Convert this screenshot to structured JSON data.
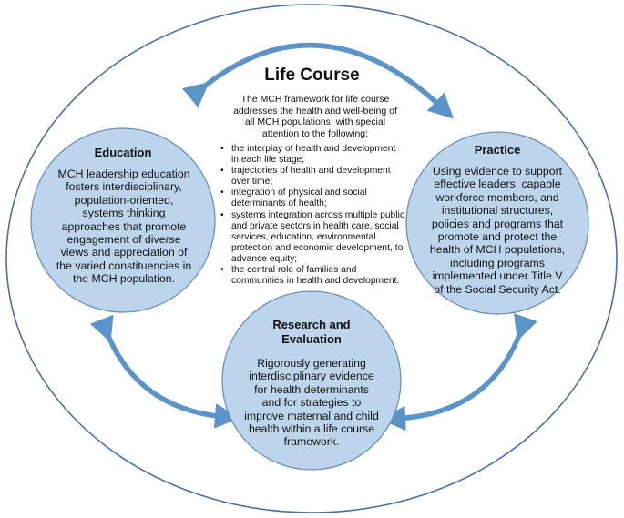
{
  "colors": {
    "circle_fill": "#bcd5ec",
    "circle_stroke": "#6a8fb3",
    "outer_stroke": "#4472a8",
    "arrow": "#5b94c9"
  },
  "life_course": {
    "title": "Life Course",
    "intro": "The MCH framework for life course addresses the health and well-being of all MCH populations, with special attention to the following:",
    "items": [
      "the interplay of health and development in each life stage;",
      "trajectories of health and development over time;",
      "integration of physical and social determinants of health;",
      "systems integration across multiple public and private sectors in health care, social services, education, environmental protection and economic development, to advance equity;",
      "the central role of families and communities in health and development."
    ]
  },
  "education": {
    "title": "Education",
    "body": "MCH leadership education fosters interdisciplinary, population-oriented, systems thinking approaches that promote engagement of diverse views and appreciation of the varied constituencies in the MCH population."
  },
  "practice": {
    "title": "Practice",
    "body": "Using evidence to support effective leaders, capable workforce members, and institutional structures, policies and programs that promote and protect the health of MCH populations, including programs implemented under Title V of the Social Security Act."
  },
  "research": {
    "title": "Research and Evaluation",
    "body": "Rigorously generating interdisciplinary evidence for health determinants and for strategies to improve maternal and child health within a life course framework."
  }
}
